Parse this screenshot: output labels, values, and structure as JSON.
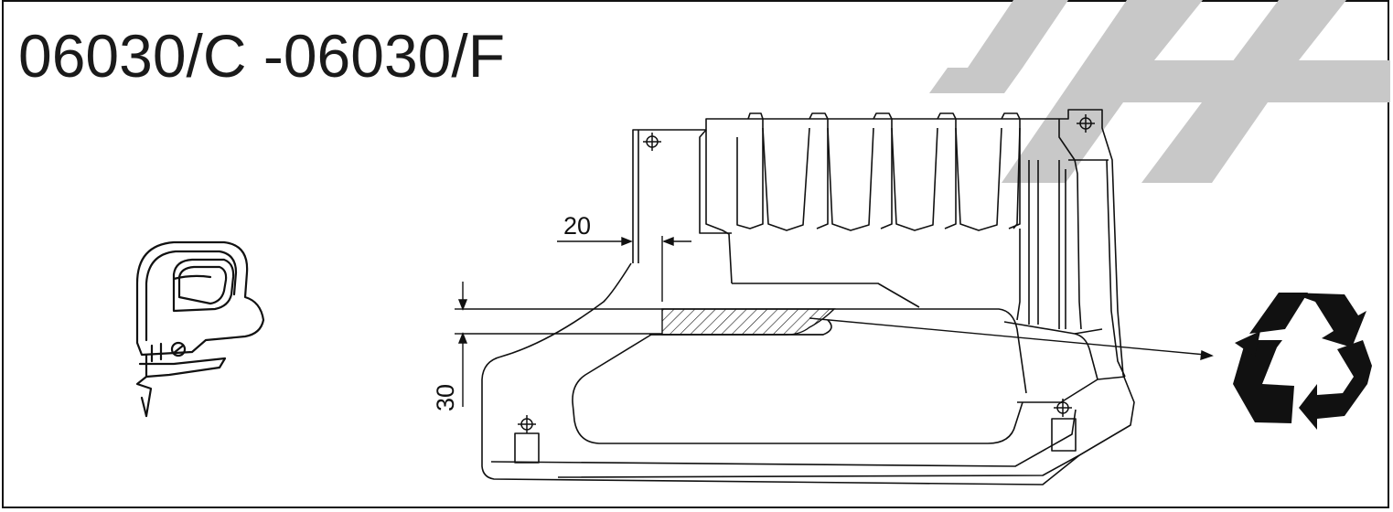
{
  "title": "06030/C -06030/F",
  "dimensions": {
    "width_label": "20",
    "height_label": "30"
  },
  "icons": {
    "tool": "jigsaw-icon",
    "recycle": "recycle-icon",
    "corner_mark": "corner-mark-icon"
  },
  "colors": {
    "line": "#111111",
    "corner_mark": "#c8c8c8",
    "background": "#ffffff"
  }
}
